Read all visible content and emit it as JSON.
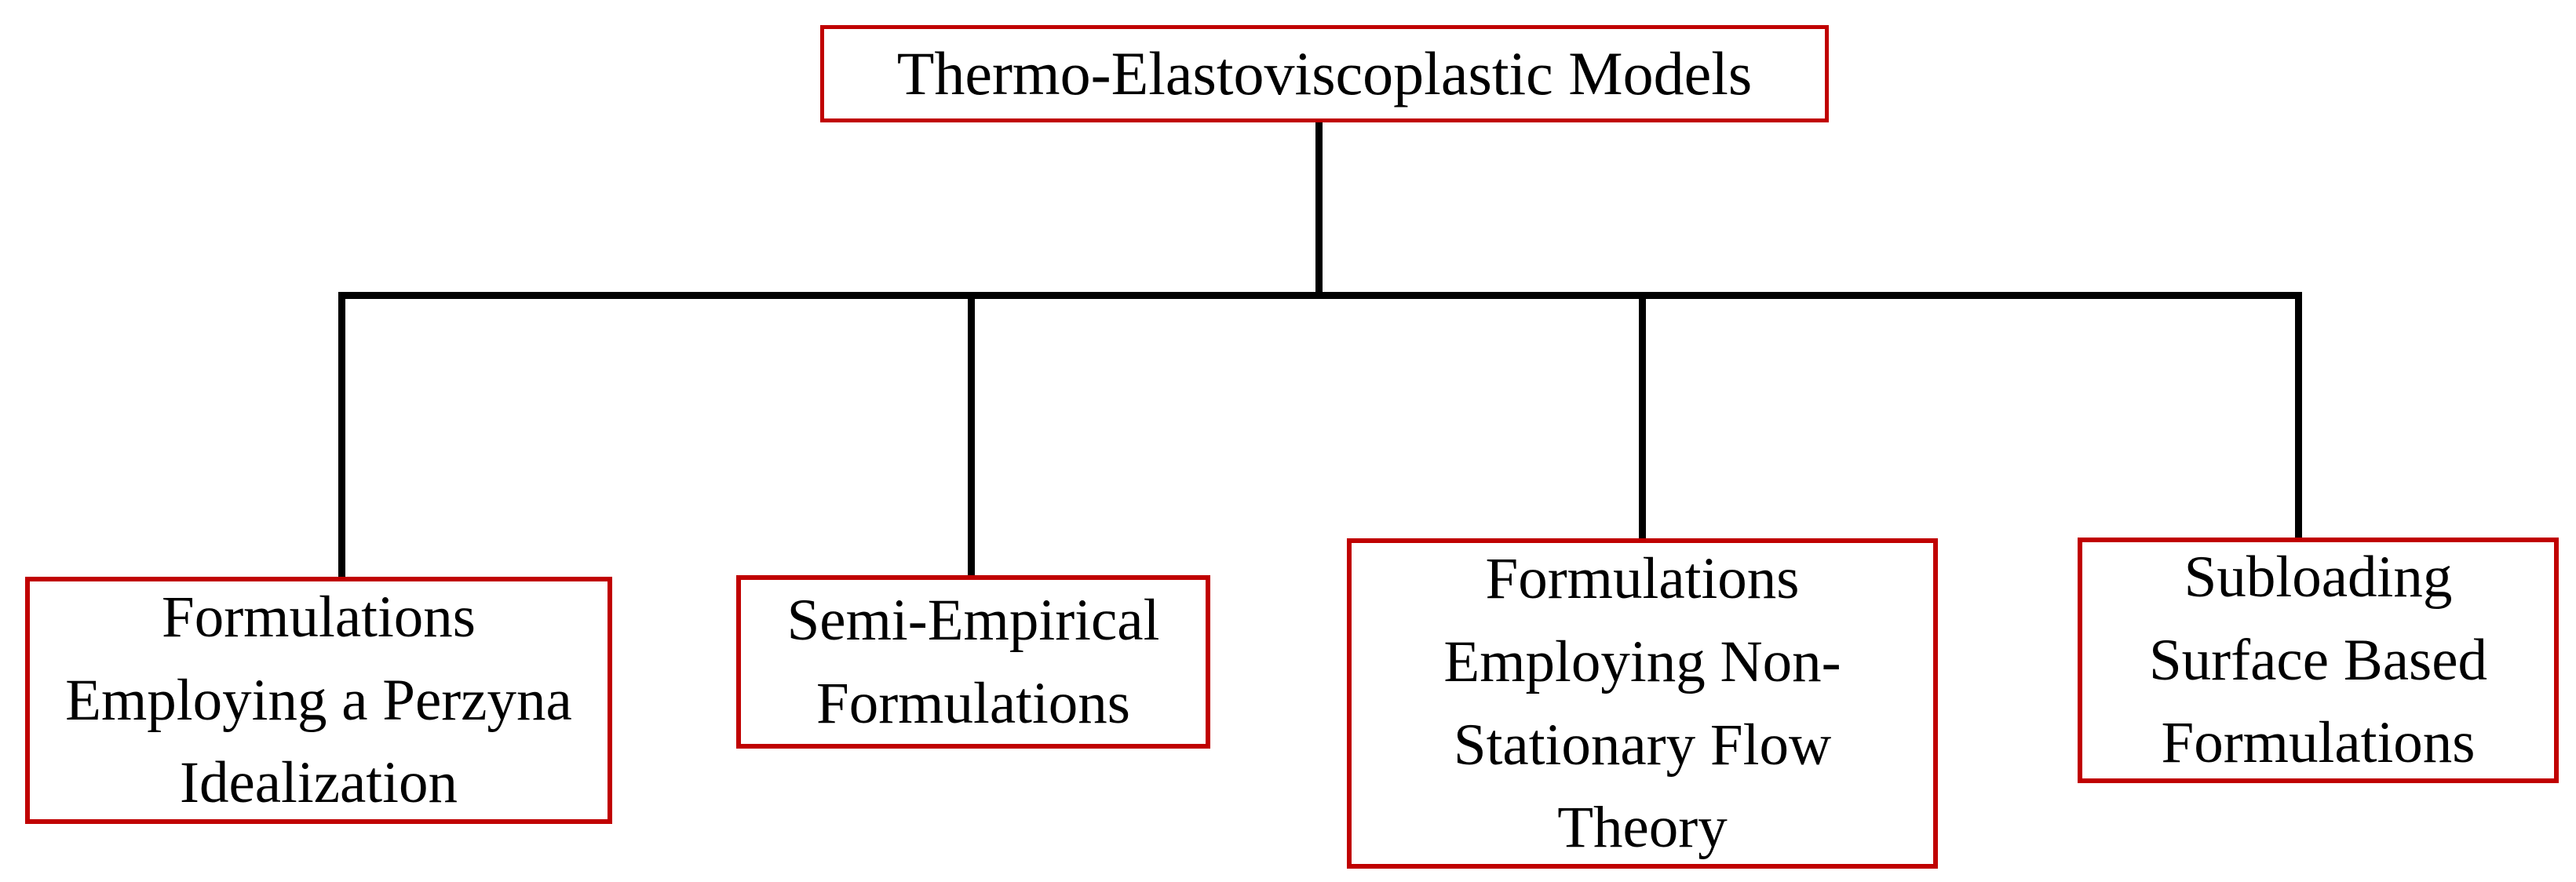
{
  "diagram": {
    "type": "hierarchy-flowchart",
    "root": {
      "id": "thermo-elastoviscoplastic-models",
      "lines": [
        "Thermo-Elastoviscoplastic Models"
      ]
    },
    "children": [
      {
        "id": "perzyna",
        "lines": [
          "Formulations",
          "Employing a Perzyna",
          "Idealization"
        ]
      },
      {
        "id": "semi-empirical",
        "lines": [
          "Semi-Empirical",
          "Formulations"
        ]
      },
      {
        "id": "non-stationary",
        "lines": [
          "Formulations",
          "Employing Non-",
          "Stationary Flow",
          "Theory"
        ]
      },
      {
        "id": "subloading",
        "lines": [
          "Subloading",
          "Surface Based",
          "Formulations"
        ]
      }
    ],
    "colors": {
      "box_border": "#c00000",
      "connector": "#000000",
      "text": "#000000",
      "background": "#ffffff"
    }
  }
}
